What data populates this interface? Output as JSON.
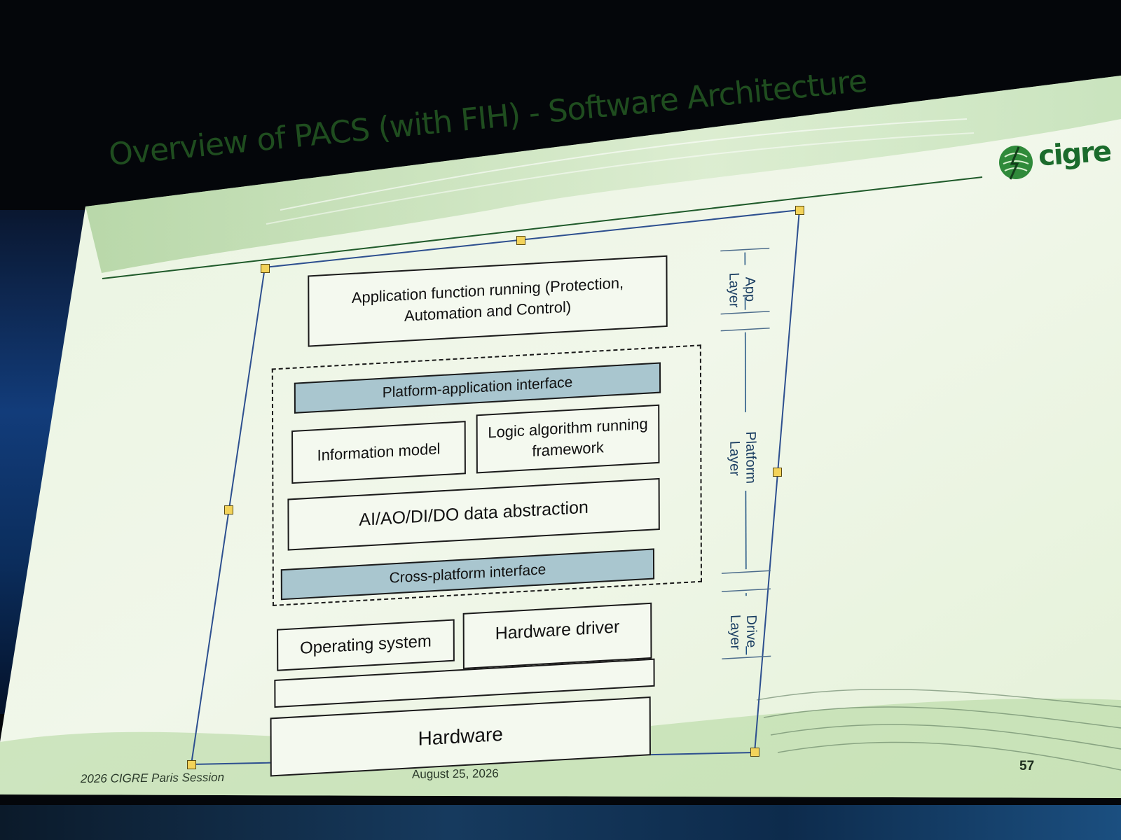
{
  "slide": {
    "title": "Overview of PACS (with FIH) - Software Architecture",
    "logo_text": "cigre",
    "footer_left": "2026 CIGRE Paris Session",
    "footer_date": "August 25, 2026",
    "page_number": "57"
  },
  "diagram": {
    "app_function": "Application function running (Protection, Automation and Control)",
    "platform_app_interface": "Platform-application interface",
    "information_model": "Information model",
    "logic_algorithm": "Logic algorithm running framework",
    "data_abstraction": "AI/AO/DI/DO data abstraction",
    "cross_platform": "Cross-platform interface",
    "operating_system": "Operating system",
    "hardware_driver": "Hardware driver",
    "hardware": "Hardware",
    "layers": {
      "app": "App Layer",
      "platform": "Platform Layer",
      "drive": "Drive Layer"
    }
  },
  "colors": {
    "slide_bg": "#eef6e6",
    "title_green": "#1f4d1f",
    "interface_fill": "#a9c6cf",
    "logo_green": "#1b6b2c"
  }
}
